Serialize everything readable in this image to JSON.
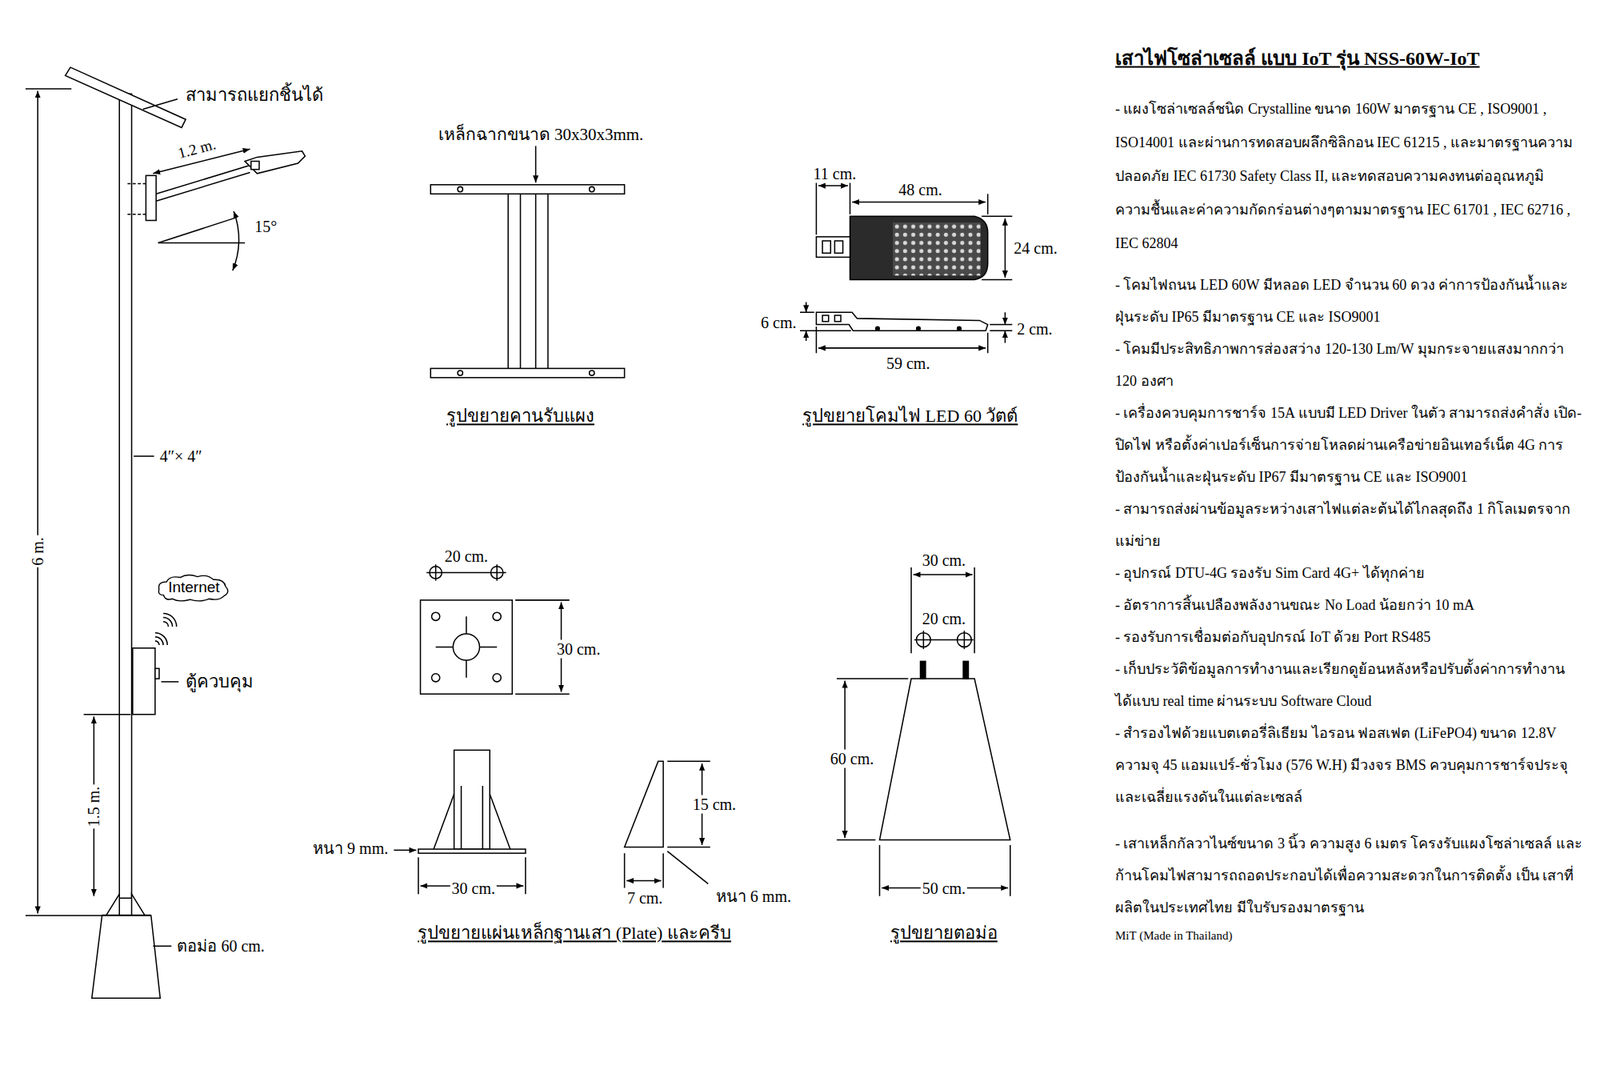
{
  "diagram": {
    "title": "เสาไฟโซล่าเซลล์ แบบ IoT รุ่น NSS-60W-IoT",
    "nodes": [
      {
        "text": [
          "Internet"
        ]
      }
    ],
    "labels": [
      "สามารถแยกชิ้นได้",
      "1.2 m.",
      "15°",
      "4″× 4″",
      "6 m.",
      "ตู้ควบคุม",
      "1.5 m.",
      "ตอม่อ 60 cm.",
      "เหล็กฉากขนาด 30x30x3mm.",
      "รูปขยายคานรับแผง",
      "11 cm.",
      "48 cm.",
      "24 cm.",
      "6 cm.",
      "2 cm.",
      "59 cm.",
      "รูปขยายโคมไฟ LED 60 วัตต์",
      "20 cm.",
      "30 cm.",
      "หนา 9 mm.",
      "30 cm.",
      "15 cm.",
      "7 cm.",
      "หนา 6 mm.",
      "รูปขยายแผ่นเหล็กฐานเสา (Plate) และครีบ",
      "30 cm.",
      "20 cm.",
      "60 cm.",
      "50 cm.",
      "รูปขยายตอม่อ",
      "- แผงโซล่าเซลล์ชนิด Crystalline ขนาด 160W มาตรฐาน CE , ISO9001 , ISO14001 และผ่านการทดสอบผลึกซิลิกอน IEC 61215 , และมาตรฐานความ ปลอดภัย IEC 61730 Safety Class II, และทดสอบความคงทนต่ออุณหภูมิ ความชื้นและค่าความกัดกร่อนต่างๆตามมาตรฐาน IEC 61701 , IEC 62716 , IEC 62804",
      "- โคมไฟถนน LED 60W มีหลอด LED จำนวน 60 ดวง ค่าการป้องกันน้ำและ ฝุ่นระดับ IP65 มีมาตรฐาน CE และ ISO9001",
      "- โคมมีประสิทธิภาพการส่องสว่าง 120-130 Lm/W มุมกระจายแสงมากกว่า 120 องศา",
      "- เครื่องควบคุมการชาร์จ 15A แบบมี LED Driver ในตัว สามารถส่งคำสั่ง เปิด-ปิดไฟ หรือตั้งค่าเปอร์เซ็นการจ่ายโหลดผ่านเครือข่ายอินเทอร์เน็ต 4G การป้องกันน้ำและฝุ่นระดับ IP67 มีมาตรฐาน CE และ ISO9001",
      "- สามารถส่งผ่านข้อมูลระหว่างเสาไฟแต่ละต้นได้ไกลสุดถึง 1 กิโลเมตรจากแม่ข่าย",
      "- อุปกรณ์ DTU-4G รองรับ Sim Card 4G+ ได้ทุกค่าย",
      "- อัตราการสิ้นเปลืองพลังงานขณะ No Load น้อยกว่า 10 mA",
      "- รองรับการเชื่อมต่อกับอุปกรณ์ IoT ด้วย Port RS485",
      "- เก็บประวัติข้อมูลการทำงานและเรียกดูย้อนหลังหรือปรับตั้งค่าการทำงาน ได้แบบ real time ผ่านระบบ Software Cloud",
      "- สำรองไฟด้วยแบตเตอรี่ลิเธียม ไอรอน ฟอสเฟต (LiFePO4) ขนาด 12.8V ความจุ 45 แอมแปร์-ชั่วโมง (576 W.H) มีวงจร BMS ควบคุมการชาร์จประจุ และเฉลี่ยแรงดันในแต่ละเซลล์",
      "- เสาเหล็กกัลวาไนซ์ขนาด 3 นิ้ว ความสูง 6 เมตร โครงรับแผงโซล่าเซลล์ และก้านโคมไฟสามารถถอดประกอบได้เพื่อความสะดวกในการติดตั้ง เป็น เสาที่ผลิตในประเทศไทย มีใบรับรองมาตรฐาน",
      "MiT (Made in Thailand)"
    ]
  }
}
